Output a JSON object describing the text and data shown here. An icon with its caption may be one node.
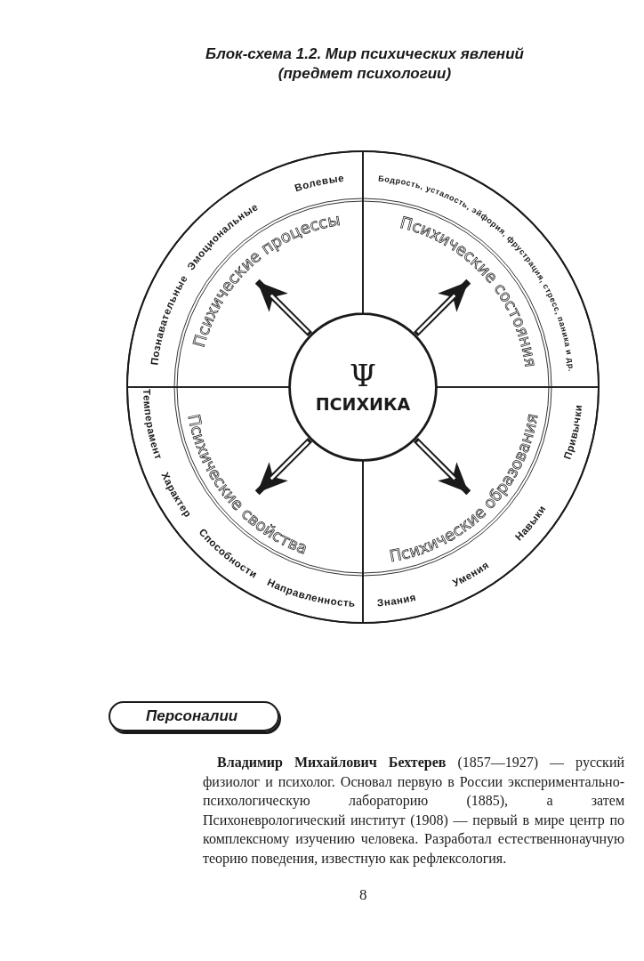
{
  "diagram": {
    "title": "Блок-схема 1.2. Мир психических явлений (предмет психологии)",
    "nodes": [
      {
        "text": [
          "Ψ",
          "ПСИХИКА"
        ]
      },
      {
        "text": [
          "Психические процессы",
          "Познавательные",
          "Эмоциональные",
          "Волевые"
        ]
      },
      {
        "text": [
          "Психические состояния",
          "Бодрость, усталость, эйфория, фрустрация, стресс, паника и др."
        ]
      },
      {
        "text": [
          "Психические свойства",
          "Темперамент",
          "Характер",
          "Способности",
          "Направленность"
        ]
      },
      {
        "text": [
          "Психические образования",
          "Знания",
          "Умения",
          "Навыки",
          "Привычки"
        ]
      },
      {
        "text": [
          "Персоналии"
        ]
      }
    ],
    "edges": [
      {
        "from": 0,
        "to": 1,
        "arrow": "to"
      },
      {
        "from": 0,
        "to": 2,
        "arrow": "to"
      },
      {
        "from": 0,
        "to": 3,
        "arrow": "to"
      },
      {
        "from": 0,
        "to": 4,
        "arrow": "to"
      }
    ],
    "labels": [
      "**Владимир Михайлович Бехтерев** (1857—1927) — русский физиолог и психолог. Основал первую в России экспериментально-психологическую лабораторию (1885), а затем Психоневрологический институт (1908) — первый в мире центр по комплексному изучению человека. Разработал естественнонаучную теорию поведения, известную как рефлексология.",
      "8"
    ]
  }
}
